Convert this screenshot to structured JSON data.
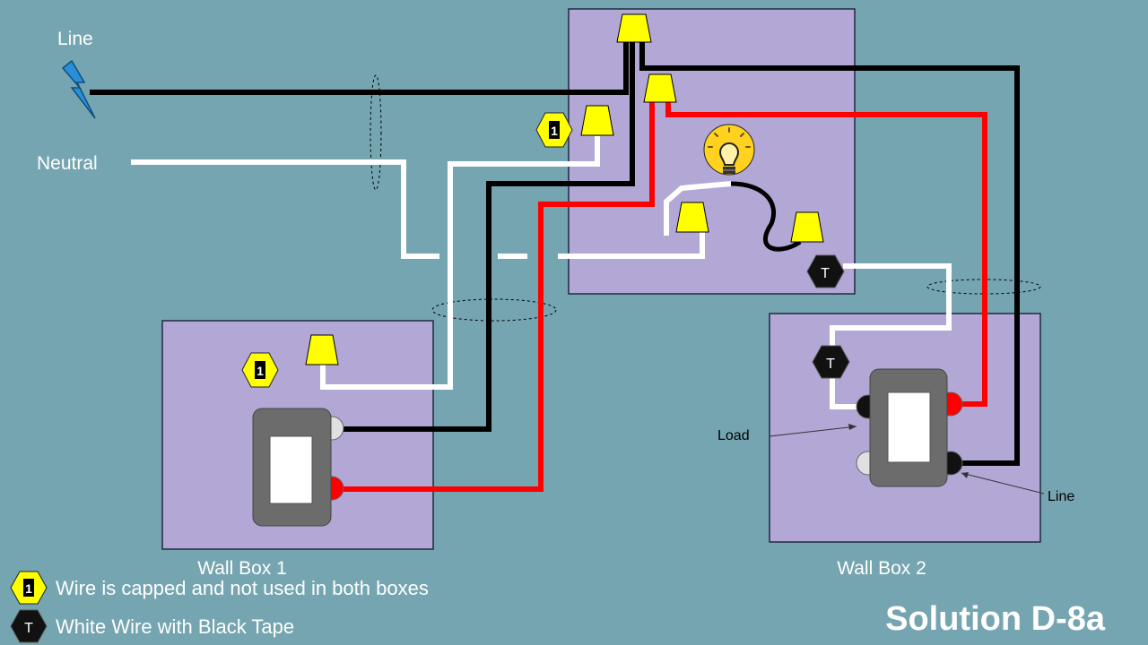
{
  "labels": {
    "line": "Line",
    "neutral": "Neutral",
    "wall_box_1": "Wall Box 1",
    "wall_box_2": "Wall Box 2",
    "load": "Load",
    "line_terminal": "Line"
  },
  "badges": {
    "capped": "1",
    "tape": "T"
  },
  "legend": {
    "capped_text": "Wire is capped and not used in both boxes",
    "tape_text": "White Wire with Black Tape"
  },
  "title": "Solution D-8a",
  "colors": {
    "background": "#75a5b0",
    "box_fill": "#b3a7d6",
    "wire_hot": "#000000",
    "wire_traveler": "#ff0000",
    "wire_neutral": "#ffffff",
    "wire_nut": "#ffff00",
    "lightning": "#2a8fd6"
  },
  "icons": {
    "source": "lightning-bolt-icon",
    "fixture": "light-bulb-icon"
  }
}
